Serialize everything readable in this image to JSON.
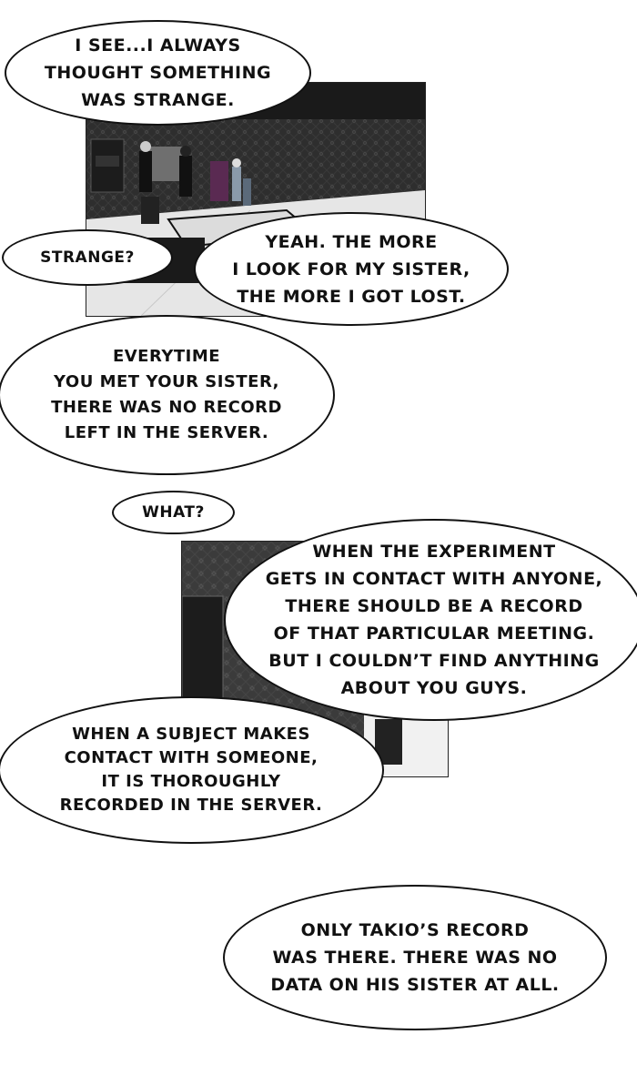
{
  "bubbles": {
    "b1": "I SEE...I ALWAYS\nTHOUGHT SOMETHING\nWAS STRANGE.",
    "b2": "STRANGE?",
    "b3": "YEAH. THE MORE\nI LOOK FOR MY SISTER,\nTHE MORE I GOT LOST.",
    "b4": "EVERYTIME\nYOU MET YOUR SISTER,\nTHERE WAS NO RECORD\nLEFT IN THE SERVER.",
    "b5": "WHAT?",
    "b6": "WHEN THE EXPERIMENT\nGETS IN CONTACT WITH ANYONE,\nTHERE SHOULD BE A RECORD\nOF THAT PARTICULAR MEETING.\nBUT I COULDN’T FIND ANYTHING\nABOUT YOU GUYS.",
    "b7": "WHEN A SUBJECT MAKES\nCONTACT WITH SOMEONE,\nIT IS THOROUGHLY\nRECORDED IN THE SERVER.",
    "b8": "ONLY TAKIO’S RECORD\nWAS THERE. THERE WAS NO\nDATA ON HIS SISTER AT ALL."
  },
  "colors": {
    "wall": "#2b2b2b",
    "floor": "#e6e6e6",
    "ink": "#111111"
  }
}
